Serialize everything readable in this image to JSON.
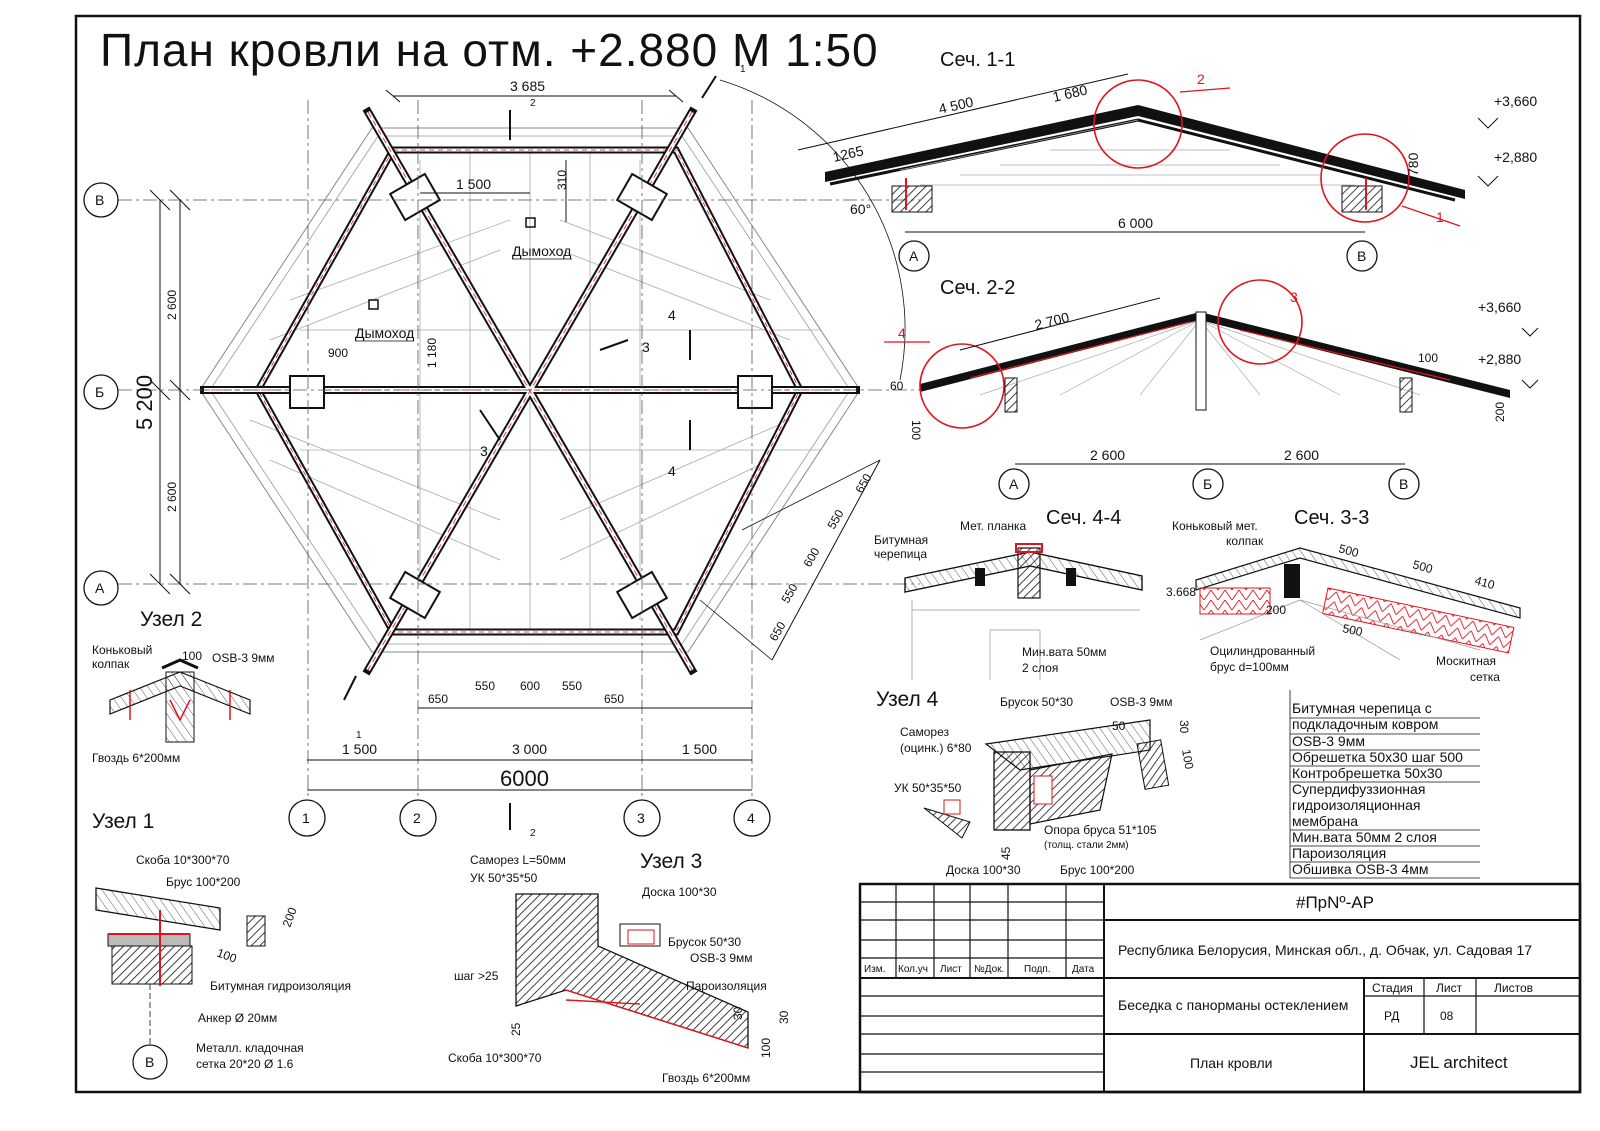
{
  "title": "План кровли на отм. +2.880 М 1:50",
  "plan": {
    "dims": {
      "top": "3 685",
      "chimney_w": "1 500",
      "chimney_h": "310",
      "vert": "1 180",
      "small": "900",
      "total_h": "5 200",
      "half1": "2 600",
      "half2": "2 600",
      "bot_total": "6000",
      "bot_left": "1 500",
      "bot_mid": "3 000",
      "bot_right": "1 500",
      "bot_a": "650",
      "bot_b": "550",
      "bot_c": "600",
      "bot_d": "550",
      "bot_e": "650",
      "diag_a": "650",
      "diag_b": "550",
      "diag_c": "600",
      "diag_d": "550",
      "diag_e": "650"
    },
    "chimney1": "Дымоход",
    "chimney2": "Дымоход",
    "axes_row": [
      "В",
      "Б",
      "А"
    ],
    "axes_col": [
      "1",
      "2",
      "3",
      "4"
    ],
    "cut_marks": [
      "1",
      "2",
      "3",
      "4",
      "1",
      "2",
      "3",
      "4"
    ]
  },
  "sec11": {
    "title": "Сеч. 1-1",
    "dims": {
      "slope": "4 500",
      "ridge": "1 680",
      "eave": "1265",
      "h": "780",
      "span": "6 000",
      "angle": "60°"
    },
    "levels": [
      "+3,660",
      "+2,880"
    ],
    "axes": [
      "А",
      "В"
    ],
    "callouts": [
      "2",
      "1"
    ]
  },
  "sec22": {
    "title": "Сеч. 2-2",
    "dims": {
      "slope": "2 700",
      "d1": "100",
      "d2": "200",
      "d3": "100",
      "d4": "60",
      "span1": "2 600",
      "span2": "2 600"
    },
    "levels": [
      "+3,660",
      "+2,880"
    ],
    "axes": [
      "А",
      "Б",
      "В"
    ],
    "callouts": [
      "4",
      "3"
    ]
  },
  "sec44": {
    "title": "Сеч. 4-4",
    "labels": [
      "Мет. планка",
      "Битумная",
      "черепица",
      "Мин.вата 50мм",
      "2 слоя"
    ]
  },
  "sec33": {
    "title": "Сеч. 3-3",
    "labels": [
      "Коньковый мет.",
      "колпак",
      "Оцилиндрованный",
      "брус d=100мм",
      "Москитная",
      "сетка"
    ],
    "dims": [
      "500",
      "500",
      "410",
      "3.668",
      "200",
      "500"
    ]
  },
  "uzel2": {
    "title": "Узел 2",
    "labels": [
      "Коньковый",
      "колпак",
      "100",
      "OSB-3 9мм",
      "Гвоздь 6*200мм"
    ]
  },
  "uzel1": {
    "title": "Узел 1",
    "labels": [
      "Скоба 10*300*70",
      "Брус 100*200",
      "200",
      "100",
      "Битумная гидроизоляция",
      "Анкер Ø 20мм",
      "Металл. кладочная",
      "сетка 20*20  Ø 1.6"
    ],
    "axis": "В"
  },
  "uzel3": {
    "title": "Узел 3",
    "labels": [
      "Саморез L=50мм",
      "УК 50*35*50",
      "Доска 100*30",
      "Брусок 50*30",
      "OSB-3 9мм",
      "Пароизоляция",
      "шаг >25",
      "25",
      "Скоба 10*300*70",
      "Гвоздь 6*200мм",
      "30",
      "30",
      "100"
    ]
  },
  "uzel4": {
    "title": "Узел 4",
    "labels": [
      "Брусок 50*30",
      "OSB-3 9мм",
      "Саморез",
      "(оцинк.) 6*80",
      "50",
      "30",
      "100",
      "УК 50*35*50",
      "Опора бруса 51*105",
      "(толщ. стали 2мм)",
      "45",
      "Доска 100*30",
      "Брус 100*200"
    ]
  },
  "layers": [
    "Битумная черепица с",
    "подкладочным ковром",
    "OSB-3 9мм",
    "Обрешетка 50х30 шаг 500",
    "Контробрешетка 50х30",
    "Супердифуззионная",
    "гидроизоляционная",
    "мембрана",
    "Мин.вата 50мм 2 слоя",
    "Пароизоляция",
    "Обшивка OSB-3 4мм"
  ],
  "stamp": {
    "code": "#ПрNº-АР",
    "address": "Республика Белорусия, Минская обл., д. Обчак, ул. Садовая 17",
    "project": "Беседка с панорманы остеклением",
    "sheet_name": "План кровли",
    "company": "JEL architect",
    "cols": [
      "Изм.",
      "Кол.уч",
      "Лист",
      "№Док.",
      "Подп.",
      "Дата"
    ],
    "stage_label": "Стадия",
    "sheet_label": "Лист",
    "sheets_label": "Листов",
    "stage": "РД",
    "sheet": "08"
  },
  "colors": {
    "ink": "#111111",
    "accent": "#e0141e"
  }
}
